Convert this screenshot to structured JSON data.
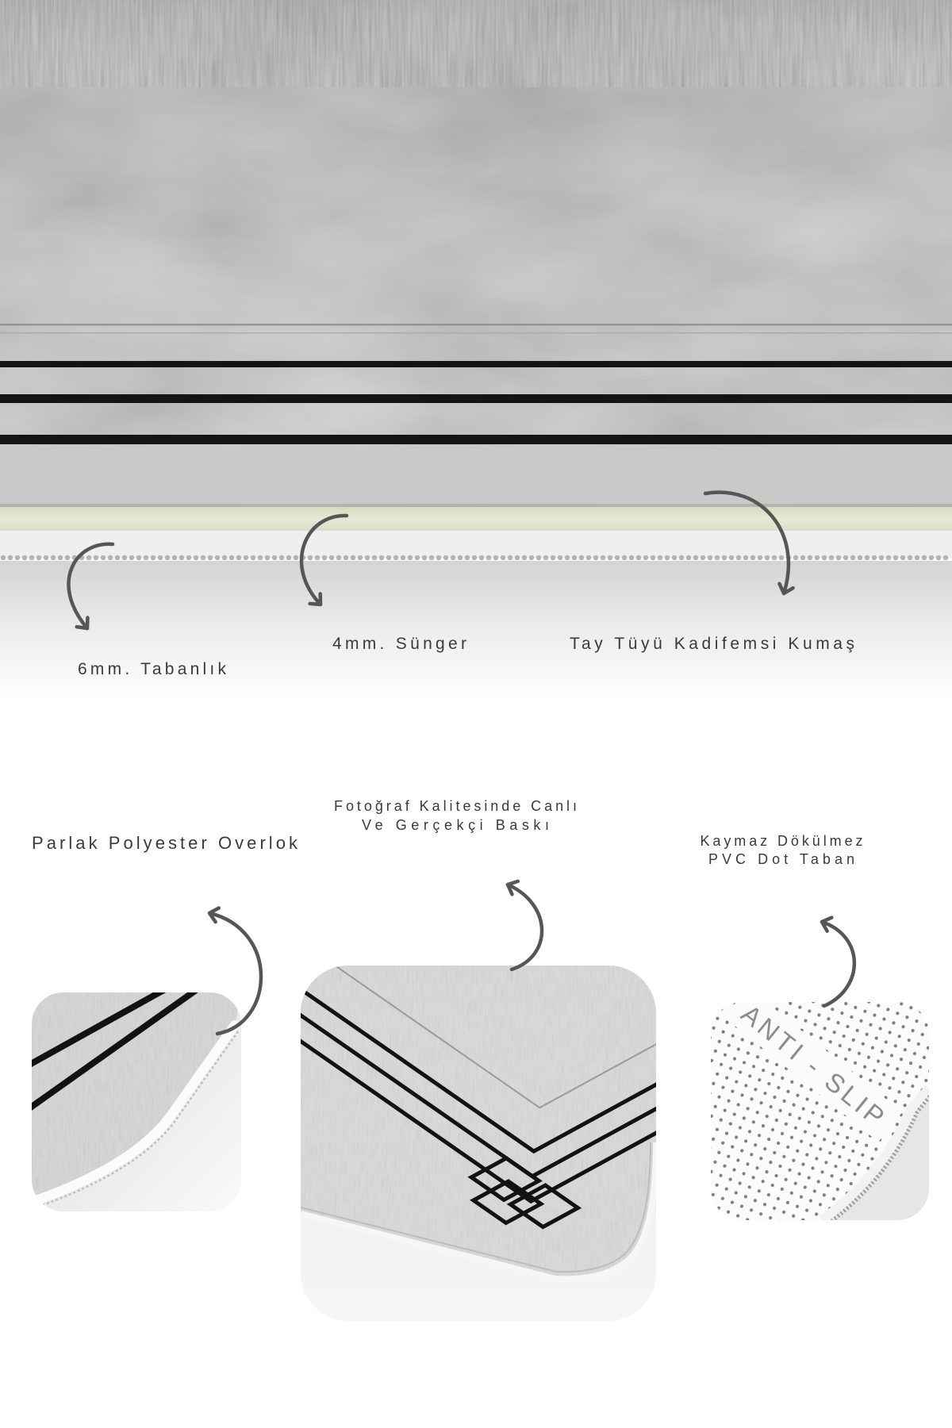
{
  "labels": {
    "base_layer": "6mm. Tabanlık",
    "sponge_layer": "4mm. Sünger",
    "fabric_layer": "Tay Tüyü Kadifemsi Kumaş",
    "overlock": "Parlak Polyester Overlok",
    "print_line1": "Fotoğraf Kalitesinde Canlı",
    "print_line2": "Ve Gerçekçi Baskı",
    "backing_line1": "Kaymaz Dökülmez",
    "backing_line2": "PVC Dot Taban"
  },
  "backing_stamp": "ANTI - SLIP",
  "icons": {
    "arrow": "curved-arrow-icon"
  },
  "colors": {
    "text": "#3a3a3a",
    "rug": "#c6c6c6",
    "stripe": "#121212",
    "sponge": "#e1e4cd",
    "base": "#efefef",
    "arrow": "#565656"
  }
}
